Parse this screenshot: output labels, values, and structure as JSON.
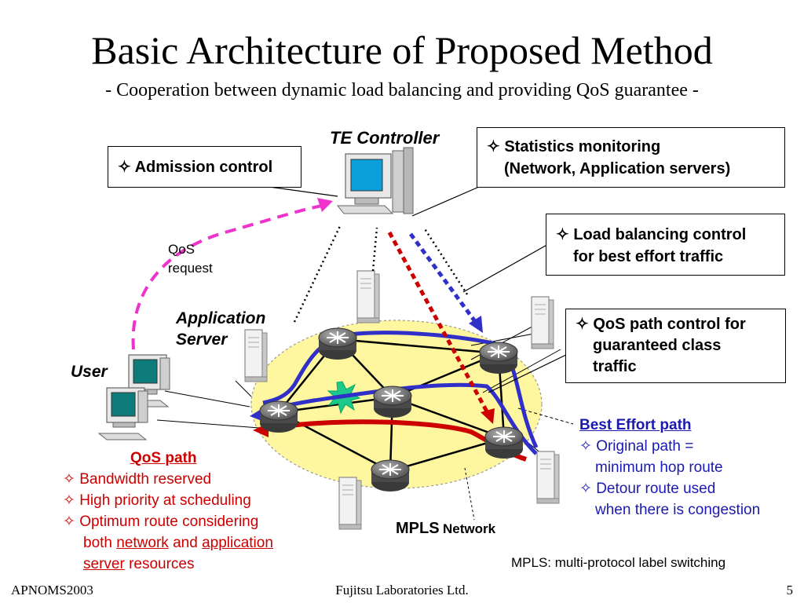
{
  "slide": {
    "title": "Basic Architecture of Proposed Method",
    "subtitle": "- Cooperation between dynamic load balancing and providing QoS guarantee -"
  },
  "labels": {
    "te_controller": "TE Controller",
    "application_server_line1": "Application",
    "application_server_line2": "Server",
    "user": "User",
    "qos_request_line1": "QoS",
    "qos_request_line2": "request",
    "mpls_bold": "MPLS",
    "mpls_network": "Network",
    "mpls_note": "MPLS: multi-protocol label switching"
  },
  "callouts": {
    "admission": "✧ Admission control",
    "statistics_line1": "✧ Statistics monitoring",
    "statistics_line2": "(Network, Application servers)",
    "load_balancing_line1": "✧ Load balancing control",
    "load_balancing_line2": "for best effort traffic",
    "qos_path_control_line1": "✧ QoS path control for",
    "qos_path_control_line2": "guaranteed class",
    "qos_path_control_line3": "traffic"
  },
  "qos_path": {
    "heading": "QoS path",
    "item1": "✧ Bandwidth reserved",
    "item2": "✧ High priority at scheduling",
    "item3": "✧ Optimum route considering",
    "item3b_pre": "both ",
    "item3b_link1": "network",
    "item3b_mid": " and ",
    "item3b_link2": "application",
    "item3c_link": "server",
    "item3c_post": " resources"
  },
  "best_effort_path": {
    "heading": "Best Effort path",
    "item1": "✧ Original path =",
    "item1b": "minimum hop route",
    "item2": "✧ Detour route used",
    "item2b": "when there is congestion"
  },
  "footer": {
    "left": "APNOMS2003",
    "center": "Fujitsu Laboratories Ltd.",
    "right": "5"
  },
  "colors": {
    "qos_red": "#cc0000",
    "best_effort_blue": "#3030c8",
    "qos_request_magenta": "#ee33cc",
    "network_fill": "#fff6a0",
    "congestion_green": "#1cc88a"
  }
}
